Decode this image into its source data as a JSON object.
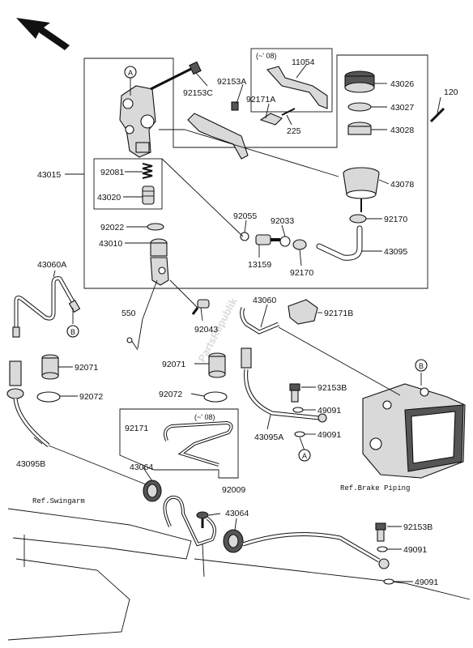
{
  "parts": {
    "p43015": "43015",
    "p92081": "92081",
    "p43020": "43020",
    "p92022": "92022",
    "p43010": "43010",
    "p92153C": "92153C",
    "p92153A": "92153A",
    "p92171A": "92171A",
    "p225": "225",
    "p11054": "11054",
    "p43026": "43026",
    "p43027": "43027",
    "p43028": "43028",
    "p120": "120",
    "p43078": "43078",
    "p92055": "92055",
    "p92033": "92033",
    "p92170a": "92170",
    "p92170b": "92170",
    "p13159": "13159",
    "p43095": "43095",
    "p43060A": "43060A",
    "p550": "550",
    "p92043": "92043",
    "p43060": "43060",
    "p92171B": "92171B",
    "p92071a": "92071",
    "p92071b": "92071",
    "p92072a": "92072",
    "p92072b": "92072",
    "p92153B_a": "92153B",
    "p49091a": "49091",
    "p49091b": "49091",
    "p43095A": "43095A",
    "p92171": "92171",
    "p43064a": "43064",
    "p43064b": "43064",
    "p43095B": "43095B",
    "p92009": "92009",
    "p92153B_b": "92153B",
    "p49091c": "49091",
    "p49091d": "49091"
  },
  "notes": {
    "year_note_top": "(~' 08)",
    "year_note_bottom": "(~' 08)"
  },
  "markers": {
    "a_top": "A",
    "a_bottom": "A",
    "b_left": "B",
    "b_right": "B"
  },
  "refs": {
    "swingarm": "Ref.Swingarm",
    "brake_piping": "Ref.Brake Piping"
  },
  "watermark": "PartsRepublik"
}
